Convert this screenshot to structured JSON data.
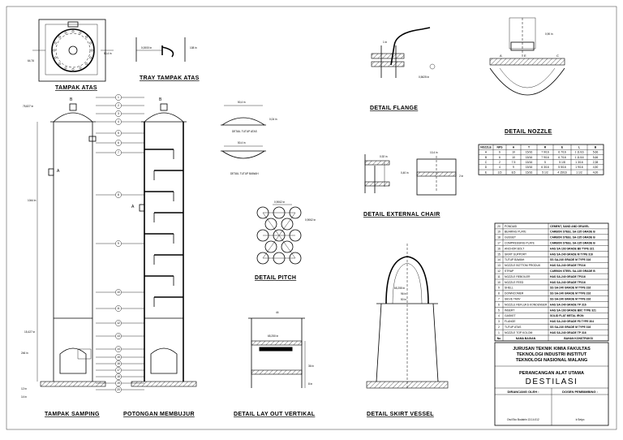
{
  "views": {
    "tampak_atas": "TAMPAK ATAS",
    "tray_tampak_atas": "TRAY TAMPAK ATAS",
    "detail_flange": "DETAIL FLANGE",
    "detail_nozzle": "DETAIL NOZZLE",
    "detail_external_chair": "DETAIL EXTERNAL CHAIR",
    "detail_pitch": "DETAIL PITCH",
    "tampak_samping": "TAMPAK SAMPING",
    "potongan_membujur": "POTONGAN MEMBUJUR",
    "detail_layout_vertikal": "DETAIL LAY OUT VERTIKAL",
    "detail_skirt_vessel": "DETAIL SKIRT VESSEL",
    "detail_tutup_atas": "DETAIL TUTUP ATAS",
    "detail_tutup_bawah": "DETAIL TUTUP BAWAH"
  },
  "dims": {
    "skirt_dia": "65,255 in",
    "layout_width": "65,250 in",
    "pitch": "0,9062 in",
    "a": "A",
    "b": "B",
    "c": "C",
    "d": "D",
    "e": "E"
  },
  "nozzle_table": {
    "headers": [
      "NOZZLE",
      "NPS",
      "A",
      "T",
      "R",
      "E",
      "L",
      "B"
    ],
    "rows": [
      [
        "A",
        "6",
        "10",
        "15/16",
        "7 9/16",
        "6 7/16",
        "1 11/16",
        "5,66"
      ],
      [
        "B",
        "6",
        "10",
        "15/16",
        "7 9/16",
        "6 7/16",
        "1 11/16",
        "5,66"
      ],
      [
        "C",
        "2",
        "7.5",
        "15/16",
        "5",
        "5 1/8",
        "1 3/16",
        "2,38"
      ],
      [
        "D",
        "4",
        "9",
        "15/16",
        "6 3/16",
        "5 5/16",
        "1 9/16",
        "4,50"
      ],
      [
        "E",
        "3,5",
        "8,5",
        "15/16",
        "5 1/2",
        "4 15/16",
        "1 1/2",
        "4,00"
      ]
    ]
  },
  "parts_table": {
    "rows": [
      [
        "20",
        "PONDASI",
        "CEMENT, SAND AND GRAVEL"
      ],
      [
        "19",
        "BEARING PLATE",
        "CARBON STEEL SA-135 GRADE B"
      ],
      [
        "18",
        "GUSSET",
        "CARBON STEEL SA-135 GRADE B"
      ],
      [
        "17",
        "COMPRESSING PLATE",
        "CARBON STEEL SA-135 GRADE B"
      ],
      [
        "16",
        "ANCHOR BOLT",
        "HAS SA-193 GRADE B8 TYPE 321"
      ],
      [
        "15",
        "SKIRT SUPPORT",
        "HAS SA-240 GRADE M TYPE 316"
      ],
      [
        "14",
        "TUTUP BAWAH",
        "SS SA-240 GRADE M TYPE 316"
      ],
      [
        "13",
        "NOZZLE BOTTOM PRODUK",
        "HAS SA-240 GRADE TP316"
      ],
      [
        "12",
        "STRAP",
        "CARBON STEEL SA-135 GRADE B"
      ],
      [
        "11",
        "NOZZLE REBOILER",
        "HAS SA-240 GRADE TP316"
      ],
      [
        "10",
        "NOZZLE FEED",
        "HAS SA-240 GRADE TP316"
      ],
      [
        "9",
        "SHELL",
        "SS SA-240 GRADE M TYPE 316"
      ],
      [
        "8",
        "DOWNCOMER",
        "SS SA-240 GRADE M TYPE 316"
      ],
      [
        "7",
        "SIEVE TRAY",
        "SS SA-240 GRADE M TYPE 316"
      ],
      [
        "6",
        "NOZZLE REFLUKS KONDENSER",
        "HAS SA-240 GRADE TP 316"
      ],
      [
        "5",
        "INSERT",
        "HAS SA-193 GRADE B8C TYPE 321"
      ],
      [
        "4",
        "GASKET",
        "SOLID FLAT METAL IRON"
      ],
      [
        "3",
        "FLANGE",
        "HAS SA-240 GRADE F8 TYPE 304"
      ],
      [
        "2",
        "TUTUP ATAS",
        "SS SA-240 GRADE M TYPE 316"
      ],
      [
        "1",
        "NOZZLE TOP KOLOM",
        "HAS SA-240 GRADE TP 316"
      ]
    ],
    "footer": [
      "No",
      "NAMA BAGIAN",
      "BAHAN KONSTRUKSI"
    ]
  },
  "title_block": {
    "institution_1": "JURUSAN TEKNIK KIMIA FAKULTAS",
    "institution_2": "TEKNOLOGI INDUSTRI INSTITUT",
    "institution_3": "TEKNOLOGI NASIONAL MALANG",
    "subtitle": "PERANCANGAN ALAT UTAMA",
    "title": "DESTILASI",
    "dirancang": "DIRANCANG OLEH :",
    "pembimbing": "DOSEN PEMBIMBING :",
    "designer": "Dwi Eko Budairin   13.14.012",
    "supervisor": "Ir.Setyo"
  }
}
